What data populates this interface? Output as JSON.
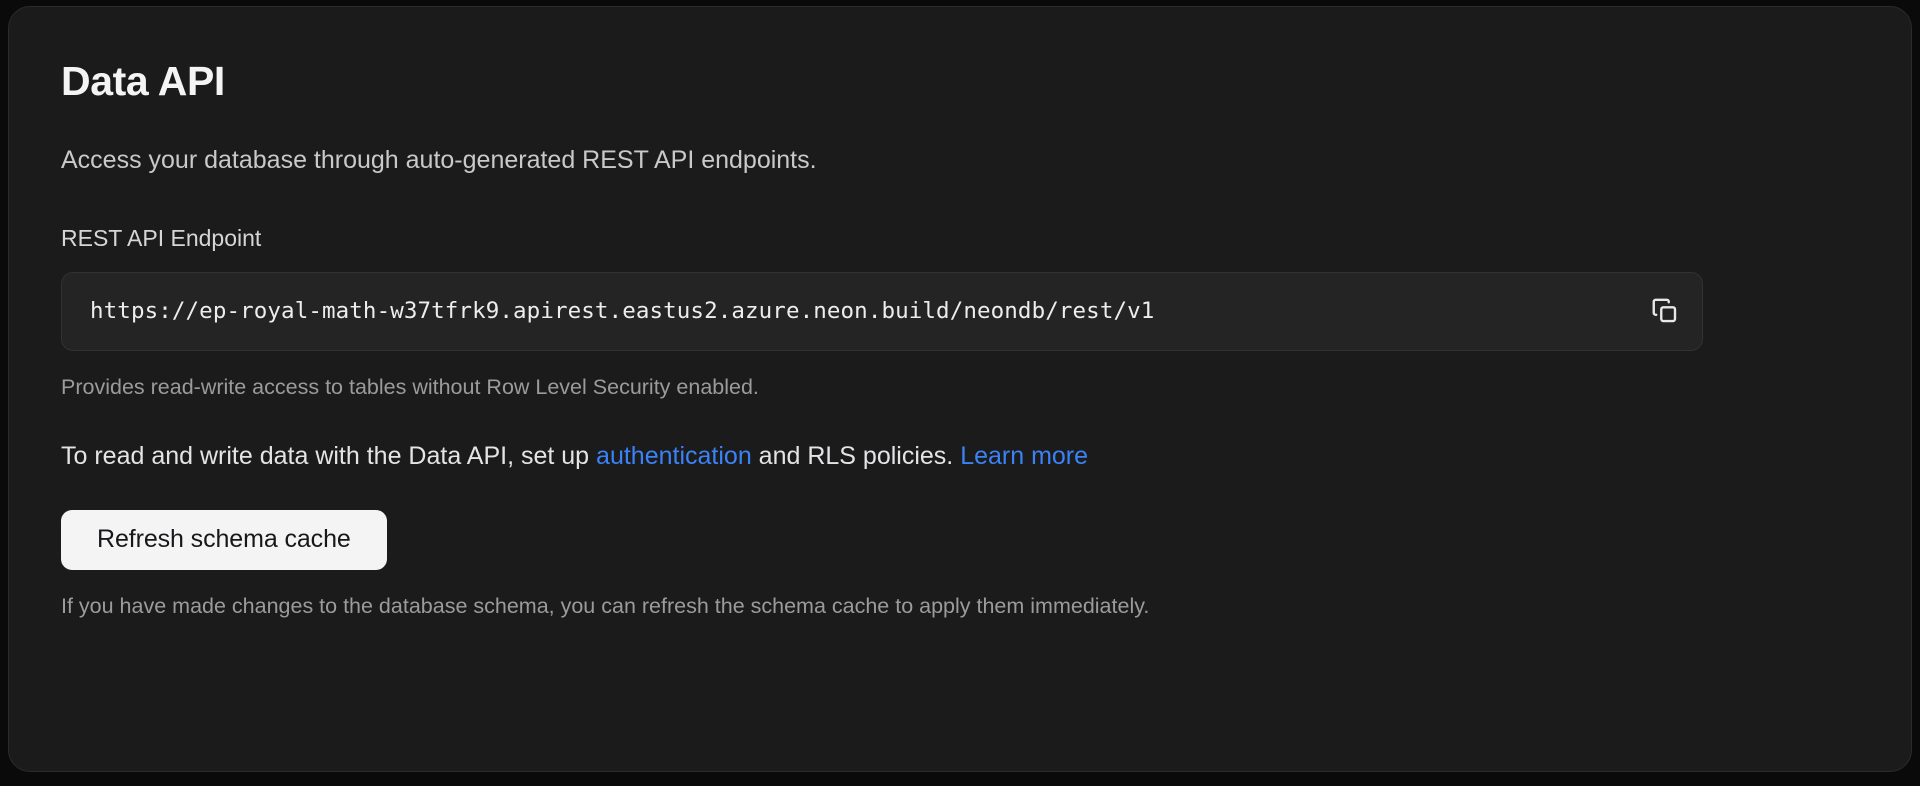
{
  "card": {
    "title": "Data API",
    "subtitle": "Access your database through auto-generated REST API endpoints.",
    "endpoint": {
      "label": "REST API Endpoint",
      "value": "https://ep-royal-math-w37tfrk9.apirest.eastus2.azure.neon.build/neondb/rest/v1",
      "placeholder": "https://",
      "copy_icon": "copy-icon",
      "hint": "Provides read-write access to tables without Row Level Security enabled."
    },
    "rls_notice": {
      "text_before_link": "To read and write data with the Data API, set up ",
      "link_authentication": "authentication",
      "text_between_links": " and RLS policies. ",
      "link_learn_more": "Learn more"
    },
    "refresh": {
      "button_label": "Refresh schema cache",
      "footnote": "If you have made changes to the database schema, you can refresh the schema cache to apply them immediately."
    }
  },
  "colors": {
    "page_background": "#0a0a0a",
    "card_background": "#1b1b1b",
    "card_border": "#2b2b2b",
    "input_background": "#242424",
    "link_blue": "#3b82f6",
    "button_background": "#f4f4f5",
    "button_text": "#18181b",
    "heading_text": "#f4f4f5",
    "muted_text": "#9b9b9e"
  }
}
